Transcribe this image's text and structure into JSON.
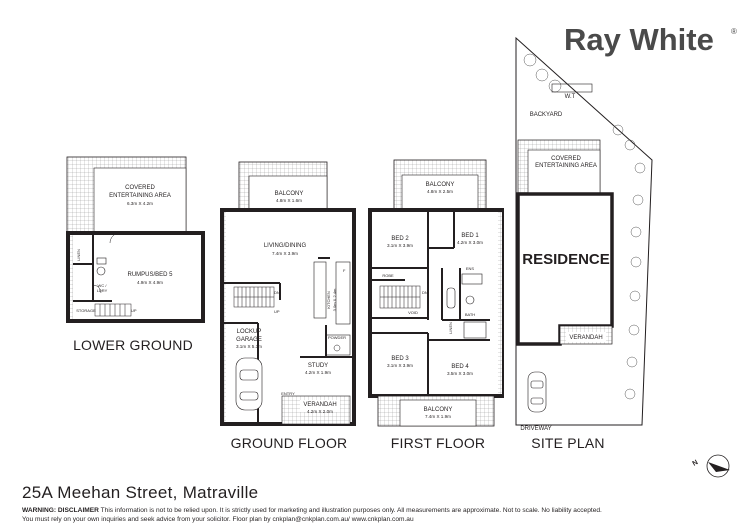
{
  "brand": {
    "name": "Ray White",
    "registered": "®"
  },
  "plans": {
    "lower_ground": {
      "caption": "LOWER GROUND",
      "rooms": [
        {
          "name": "COVERED ENTERTAINING AREA",
          "line1": "COVERED",
          "line2": "ENTERTAINING AREA",
          "dims": "6.3m X 4.2m"
        },
        {
          "name": "RUMPUS/BED 5",
          "dims": "4.9m X 4.9m"
        },
        {
          "name": "LINEN"
        },
        {
          "name": "WC / LDRY",
          "line1": "WC /",
          "line2": "LDRY"
        },
        {
          "name": "STORAGE"
        },
        {
          "name": "UP"
        }
      ]
    },
    "ground": {
      "caption": "GROUND FLOOR",
      "rooms": [
        {
          "name": "BALCONY",
          "dims": "4.8m X 1.6m"
        },
        {
          "name": "LIVING/DINING",
          "dims": "7.4m X 3.9m"
        },
        {
          "name": "KITCHEN",
          "dims": "3.0m X 2.4m"
        },
        {
          "name": "LOCKUP GARAGE",
          "line1": "LOCKUP",
          "line2": "GARAGE",
          "dims": "3.1m X 5.3m"
        },
        {
          "name": "STUDY",
          "dims": "4.2m X 1.9m"
        },
        {
          "name": "POWDER"
        },
        {
          "name": "VERANDAH",
          "dims": "4.2m X 2.0m"
        },
        {
          "name": "ENTRY"
        },
        {
          "name": "DN"
        },
        {
          "name": "UP"
        },
        {
          "name": "F"
        }
      ]
    },
    "first": {
      "caption": "FIRST FLOOR",
      "rooms": [
        {
          "name": "BALCONY",
          "dims": "4.8m X 2.5m"
        },
        {
          "name": "BED 2",
          "dims": "3.1m X 3.9m"
        },
        {
          "name": "BED 1",
          "dims": "4.2m X 3.0m"
        },
        {
          "name": "ROBE"
        },
        {
          "name": "ENS"
        },
        {
          "name": "BATH"
        },
        {
          "name": "LINEN"
        },
        {
          "name": "VOID"
        },
        {
          "name": "BED 3",
          "dims": "3.1m X 3.9m"
        },
        {
          "name": "BED 4",
          "dims": "3.5m X 3.0m"
        },
        {
          "name": "BALCONY",
          "dims": "7.4m X 1.9m"
        },
        {
          "name": "DN"
        }
      ]
    },
    "site": {
      "caption": "SITE PLAN",
      "labels": {
        "wt": "W.T",
        "backyard": "BACKYARD",
        "covered_line1": "COVERED",
        "covered_line2": "ENTERTAINING AREA",
        "residence": "RESIDENCE",
        "verandah": "VERANDAH",
        "driveway": "DRIVEWAY"
      }
    },
    "north_symbol": "N"
  },
  "address": "25A Meehan Street, Matraville",
  "disclaimer": {
    "heading": "WARNING: DISCLAIMER",
    "line1": " This information is not to be relied upon. It is strictly used for marketing and illustration purposes only. All measurements are approximate. Not to scale. No liability accepted.",
    "line2": "You must rely on your own inquiries and seek advice from your solicitor. Floor plan by cnkplan@cnkplan.com.au/ www.cnkplan.com.au"
  }
}
